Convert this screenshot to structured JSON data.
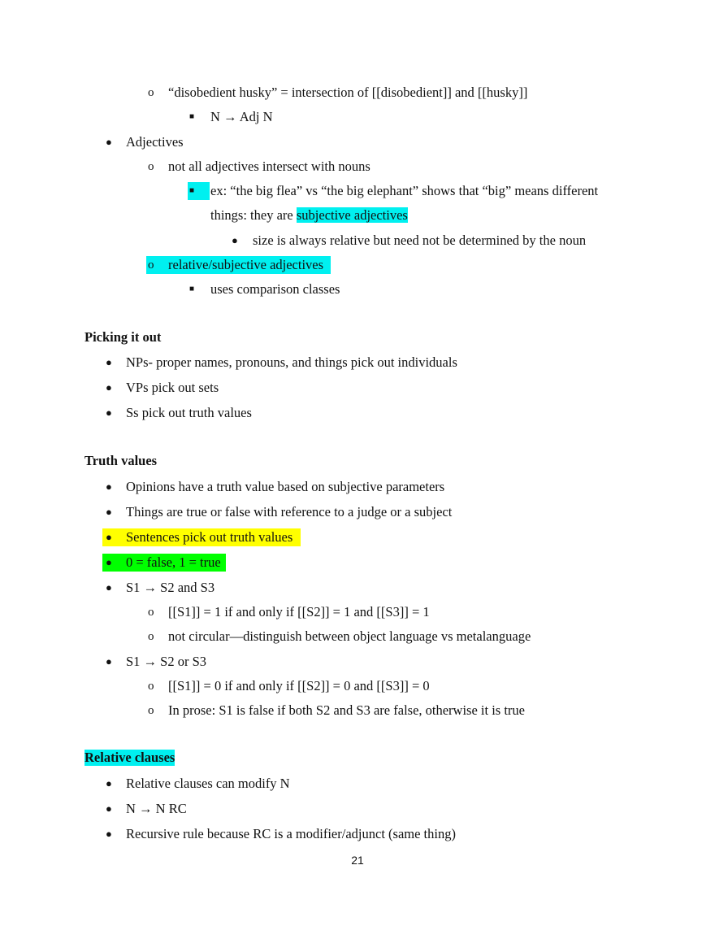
{
  "page": {
    "lines": {
      "l1": "“disobedient husky” = intersection of [[disobedient]] and [[husky]]",
      "l2": "N → Adj N",
      "l3": "Adjectives",
      "l4": "not all adjectives intersect with nouns",
      "l5": "ex: “the big flea” vs “the big elephant” shows that “big” means different",
      "l6a": "things: they are ",
      "l6b": "subjective adjectives",
      "l7": "size is always relative but need not be determined by the noun",
      "l8": "relative/subjective adjectives",
      "l9": "uses comparison classes",
      "h1": "Picking it out",
      "p1": "NPs- proper names, pronouns, and things pick out individuals",
      "p2": "VPs pick out sets",
      "p3": "Ss pick out truth values",
      "h2": "Truth values",
      "t1": "Opinions have a truth value based on subjective parameters",
      "t2": "Things are true or false with reference to a judge or a subject",
      "t3": "Sentences pick out truth values",
      "t4": "0 = false, 1 = true",
      "t5": "S1 → S2 and S3",
      "t6": "[[S1]] = 1 if and only if [[S2]] = 1 and [[S3]] = 1",
      "t7": "not circular—distinguish between object language vs metalanguage",
      "t8": "S1 → S2 or S3",
      "t9": "[[S1]] = 0 if and only if [[S2]] = 0 and [[S3]] = 0",
      "t10": "In prose: S1 is false if both S2 and S3 are false, otherwise it is true",
      "h3": "Relative clauses",
      "r1": "Relative clauses can modify N",
      "r2": "N → N RC",
      "r3": "Recursive rule because RC is a modifier/adjunct (same thing)"
    },
    "page_number": "21",
    "highlight_colors": {
      "cyan": "#00f0f0",
      "yellow": "#ffff00",
      "green": "#00ff00"
    }
  }
}
